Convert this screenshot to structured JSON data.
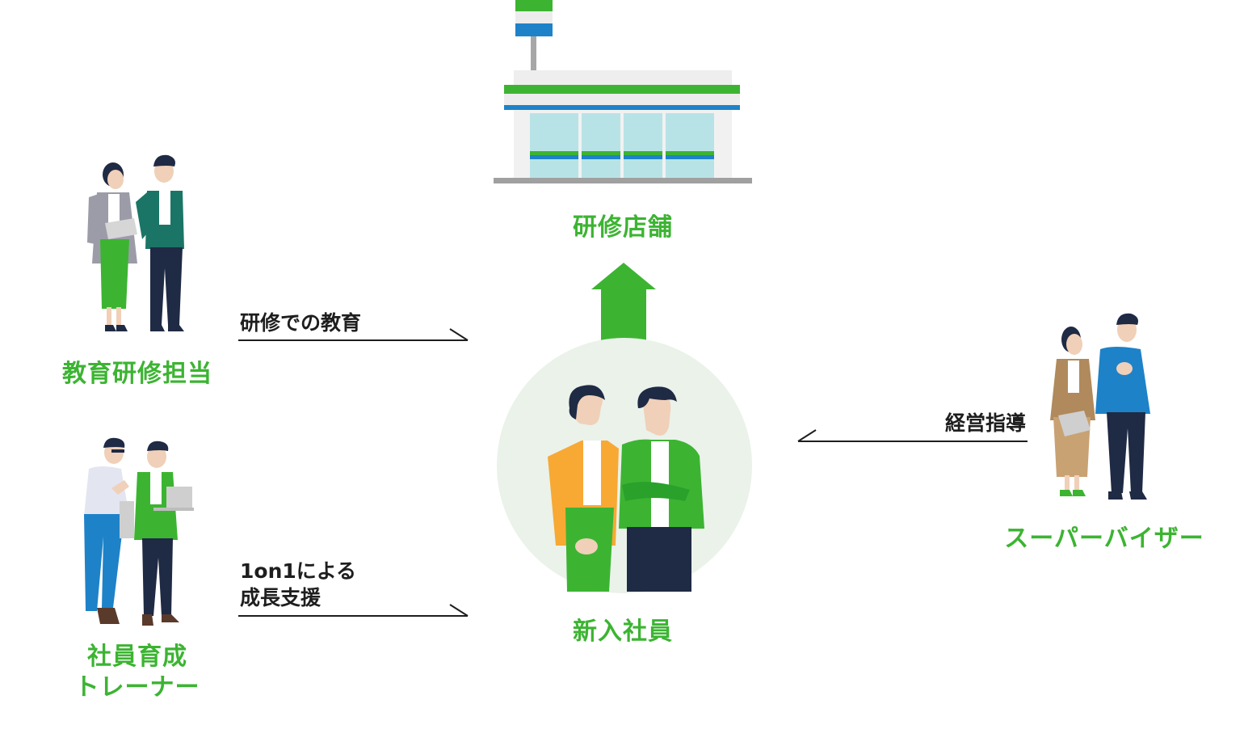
{
  "store": {
    "label": "研修店舗"
  },
  "center": {
    "label": "新入社員"
  },
  "education": {
    "label": "教育研修担当",
    "arrow_text": "研修での教育"
  },
  "trainer": {
    "label_line1": "社員育成",
    "label_line2": "トレーナー",
    "arrow_line1": "1on1による",
    "arrow_line2": "成長支援"
  },
  "supervisor": {
    "label": "スーパーバイザー",
    "arrow_text": "経営指導"
  },
  "colors": {
    "brand_green": "#3cb432",
    "brand_blue": "#1e82c8",
    "circle_bg": "#eaf2ea",
    "line": "#1e1e1e"
  }
}
